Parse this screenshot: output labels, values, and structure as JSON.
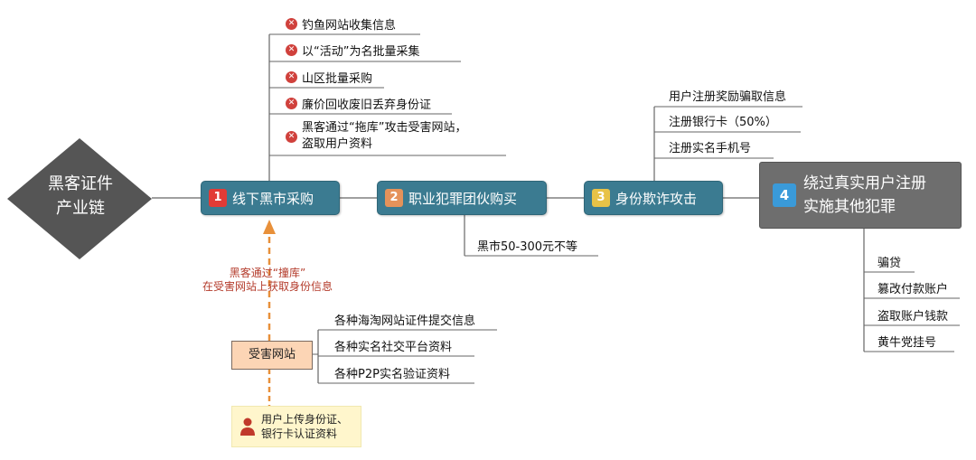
{
  "root": {
    "line1": "黑客证件",
    "line2": "产业链"
  },
  "steps": [
    {
      "number": "1",
      "label": "线下黑市采购",
      "number_color": "#e23b36"
    },
    {
      "number": "2",
      "label": "职业犯罪团伙购买",
      "number_color": "#e5925a"
    },
    {
      "number": "3",
      "label": "身份欺诈攻击",
      "number_color": "#e8c247"
    },
    {
      "number": "4",
      "line1": "绕过真实用户注册",
      "line2": "实施其他犯罪",
      "number_color": "#3a9ad9"
    }
  ],
  "step1_sources": [
    {
      "text": "钓鱼网站收集信息"
    },
    {
      "text": "以“活动”为名批量采集"
    },
    {
      "text": "山区批量采购"
    },
    {
      "text": "廉价回收废旧丢弃身份证"
    },
    {
      "line1": "黑客通过“拖库”攻击受害网站，",
      "line2": "盗取用户资料"
    }
  ],
  "step2_note": "黑市50-300元不等",
  "step3_items": [
    "用户注册奖励骗取信息",
    "注册银行卡（50%）",
    "注册实名手机号"
  ],
  "step4_items": [
    "骗贷",
    "篡改付款账户",
    "盗取账户钱款",
    "黄牛党挂号"
  ],
  "annotation": {
    "line1": "黑客通过“撞库”",
    "line2": "在受害网站上获取身份信息"
  },
  "victim": {
    "label": "受害网站",
    "items": [
      "各种海淘网站证件提交信息",
      "各种实名社交平台资料",
      "各种P2P实名验证资料"
    ]
  },
  "user_upload": {
    "line1": "用户上传身份证、",
    "line2": "银行卡认证资料"
  },
  "colors": {
    "step_fill": "#3b7b91",
    "line": "#666666",
    "arrow": "#e8903a",
    "diamond": "#555555"
  }
}
